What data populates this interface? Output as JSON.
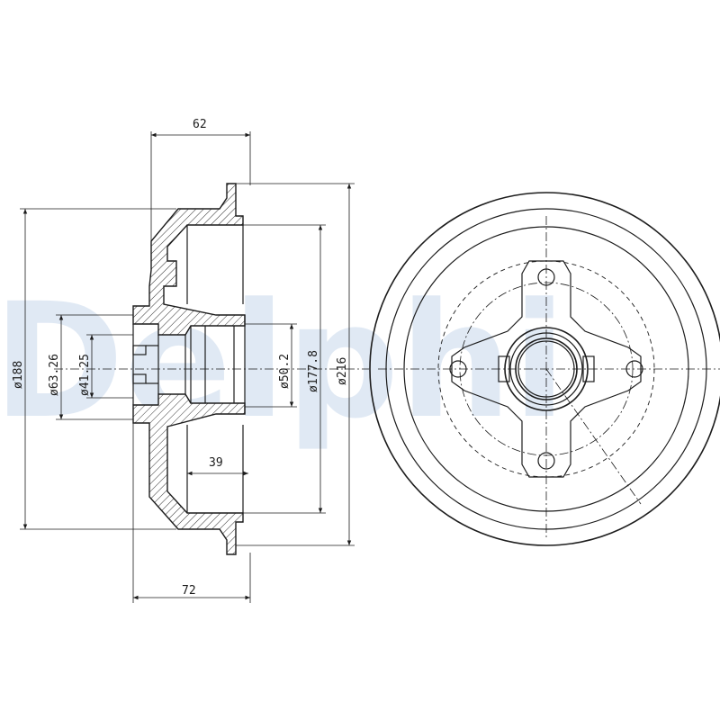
{
  "watermark": "Delphi",
  "dimensions": {
    "width_62": "62",
    "width_72": "72",
    "depth_39": "39",
    "dia_188": "ø188",
    "dia_63_26": "ø63.26",
    "dia_41_25": "ø41.25",
    "dia_50_2": "ø50.2",
    "dia_177_8": "ø177.8",
    "dia_216": "ø216"
  },
  "colors": {
    "line": "#1c1c1c",
    "watermark": "#c8d8ec"
  }
}
